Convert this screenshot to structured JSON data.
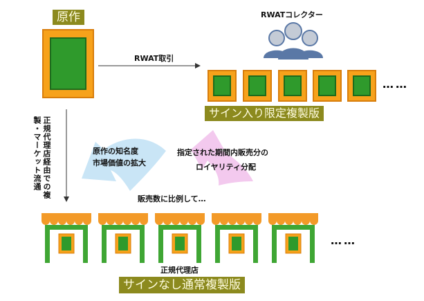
{
  "labels": {
    "original": "原作",
    "collector": "RWATコレクター",
    "trade": "RWAT取引",
    "signed_limited": "サイン入り限定複製版",
    "distribution": "正規代理店経由での複製・マーケット流通",
    "recognition_line1": "原作の知名度",
    "recognition_line2": "市場価値の拡大",
    "royalty_line1": "指定された期間内販売分の",
    "royalty_line2": "ロイヤリティ分配",
    "proportional": "販売数に比例して…",
    "agency": "正規代理店",
    "unsigned_regular": "サインなし通常複製版"
  },
  "ellipsis": "……",
  "colors": {
    "olive_label": "#8c8a1e",
    "frame_gold": "#f7a21b",
    "painting_green": "#2f9a2c",
    "awning_orange": "#f39a28",
    "shop_green": "#3fa634",
    "arrow_blue": "#c9e5f6",
    "arrow_pink": "#f3c9ee",
    "person_blue": "#5a78a6"
  }
}
